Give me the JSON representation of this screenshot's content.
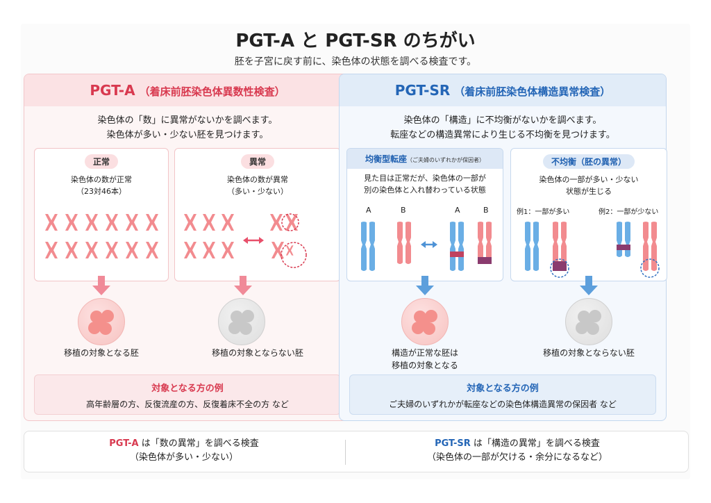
{
  "title": "PGT-A と PGT-SR のちがい",
  "subtitle": "胚を子宮に戻す前に、染色体の状態を調べる検査です。",
  "pgta": {
    "name": "PGT-A",
    "full": "（着床前胚染色体異数性検査）",
    "desc1": "染色体の「数」に異常がないかを調べます。",
    "desc2": "染色体が多い・少ない胚を見つけます。",
    "normal": {
      "label": "正常",
      "line1": "染色体の数が正常",
      "line2": "（23対46本）",
      "result": "移植の対象となる胚"
    },
    "abnormal": {
      "label": "異常",
      "line1": "染色体の数が異常",
      "line2": "（多い・少ない）",
      "result": "移植の対象とならない胚"
    },
    "target_title": "対象となる方の例",
    "target_text": "高年齢層の方、反復流産の方、反復着床不全の方 など"
  },
  "pgtsr": {
    "name": "PGT-SR",
    "full": "（着床前胚染色体構造異常検査）",
    "desc1": "染色体の「構造」に不均衡がないかを調べます。",
    "desc2": "転座などの構造異常により生じる不均衡を見つけます。",
    "balanced": {
      "label": "均衡型転座",
      "note": "（ご夫婦のいずれかが保因者）",
      "line1": "見た目は正常だが、染色体の一部が",
      "line2": "別の染色体と入れ替わっている状態",
      "a": "A",
      "b": "B",
      "result1": "構造が正常な胚は",
      "result2": "移植の対象となる"
    },
    "unbalanced": {
      "label": "不均衡（胚の異常）",
      "line1": "染色体の一部が多い・少ない",
      "line2": "状態が生じる",
      "ex1": "例1：一部が多い",
      "ex2": "例2：一部が少ない",
      "result": "移植の対象とならない胚"
    },
    "target_title": "対象となる方の例",
    "target_text": "ご夫婦のいずれかが転座などの染色体構造異常の保因者 など"
  },
  "summary": {
    "left_kw": "PGT-A",
    "left_text": " は「数の異常」を調べる検査",
    "left_sub": "（染色体が多い・少ない）",
    "right_kw": "PGT-SR",
    "right_text": " は「構造の異常」を調べる検査",
    "right_sub": "（染色体の一部が欠ける・余分になるなど）"
  },
  "colors": {
    "pink": "#f28b8f",
    "red": "#d8394f",
    "blue": "#5da8e3",
    "navy": "#2365b6",
    "dark_red": "#a5365a"
  }
}
